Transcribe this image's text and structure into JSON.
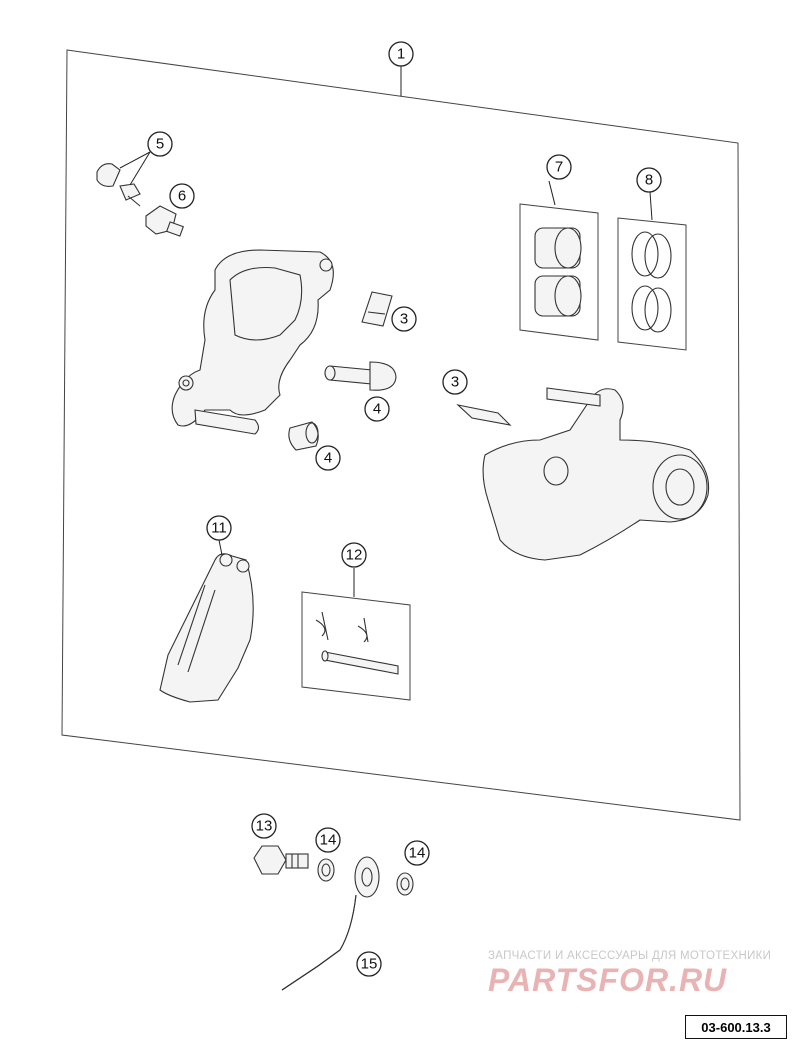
{
  "callouts": {
    "c1": "1",
    "c3a": "3",
    "c3b": "3",
    "c4a": "4",
    "c4b": "4",
    "c5": "5",
    "c6": "6",
    "c7": "7",
    "c8": "8",
    "c11": "11",
    "c12": "12",
    "c13": "13",
    "c14a": "14",
    "c14b": "14",
    "c15": "15"
  },
  "watermark": {
    "tagline": "ЗАПЧАСТИ И АКСЕССУАРЫ ДЛЯ МОТОТЕХНИКИ",
    "logo": "PARTSFOR.RU"
  },
  "drawing_code": "03-600.13.3"
}
